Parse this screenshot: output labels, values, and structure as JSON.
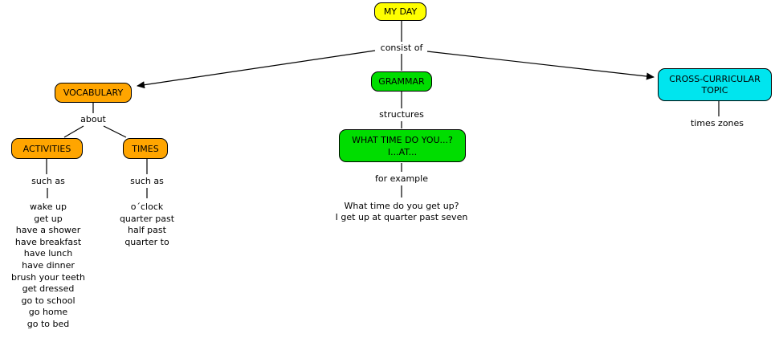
{
  "diagram": {
    "type": "concept-map",
    "background_color": "#ffffff",
    "line_color": "#000000",
    "text_color": "#000000"
  },
  "nodes": {
    "my_day": {
      "label": "MY DAY",
      "color": "#ffff00"
    },
    "vocabulary": {
      "label": "VOCABULARY",
      "color": "#ffa500"
    },
    "grammar": {
      "label": "GRAMMAR",
      "color": "#00dd00"
    },
    "cross_curricular": {
      "lines": [
        "CROSS-CURRICULAR",
        "TOPIC"
      ],
      "color": "#00e5ee"
    },
    "activities": {
      "label": "ACTIVITIES",
      "color": "#ffa500"
    },
    "times": {
      "label": "TIMES",
      "color": "#ffa500"
    },
    "what_time": {
      "lines": [
        "WHAT TIME DO YOU...?",
        "I...AT..."
      ],
      "color": "#00dd00"
    }
  },
  "link_labels": {
    "consist_of": "consist of",
    "about": "about",
    "structures": "structures",
    "such_as_activities": "such as",
    "such_as_times": "such as",
    "for_example": "for example",
    "times_zones": "times zones"
  },
  "lists": {
    "activities_items": [
      "wake up",
      "get up",
      "have a shower",
      "have breakfast",
      "have lunch",
      "have dinner",
      "brush your teeth",
      "get dressed",
      "go to school",
      "go home",
      "go to bed"
    ],
    "times_items": [
      "o´clock",
      "quarter past",
      "half past",
      "quarter to"
    ],
    "example_sentences": [
      "What time do you get up?",
      "I get up at quarter past seven"
    ]
  }
}
